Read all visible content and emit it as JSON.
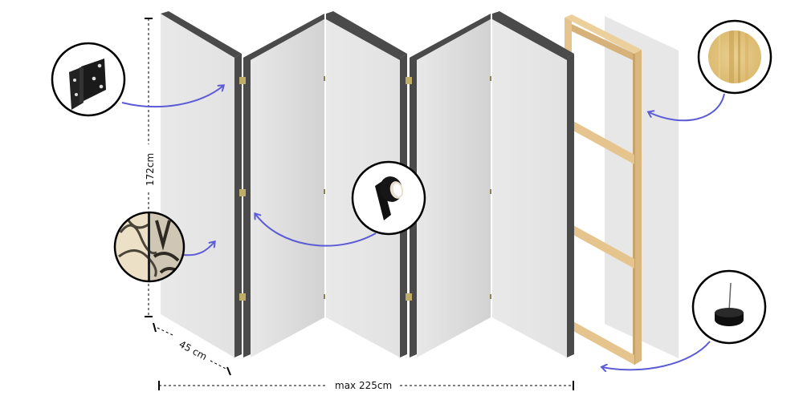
{
  "diagram": {
    "subject": "5-panel folding room divider with canvas-on-wooden-frame construction",
    "panel_count": 5,
    "colors": {
      "panel_face": "#e6e6e6",
      "panel_face_shade": "#d6d6d6",
      "panel_edge": "#4a4a4a",
      "hinge": "#bfae6a",
      "frame_wood": "#e6c48e",
      "frame_wood_dark": "#c9a46a",
      "arrow": "#5b5bd6",
      "circle_border": "#000000"
    },
    "dimensions": {
      "height_label": "172cm",
      "depth_label": "45 cm",
      "width_label": "max 225cm"
    },
    "callouts": [
      {
        "id": "hinge",
        "label": "hinge-detail",
        "points_to": "hinge on panel edge"
      },
      {
        "id": "print",
        "label": "print-pattern-detail",
        "points_to": "panel face print"
      },
      {
        "id": "tape",
        "label": "tape-roll-detail",
        "points_to": "panel edge banding"
      },
      {
        "id": "wood",
        "label": "wood-grain-detail",
        "points_to": "wooden frame"
      },
      {
        "id": "foot",
        "label": "floor-glide-detail",
        "points_to": "bottom of frame"
      }
    ]
  }
}
